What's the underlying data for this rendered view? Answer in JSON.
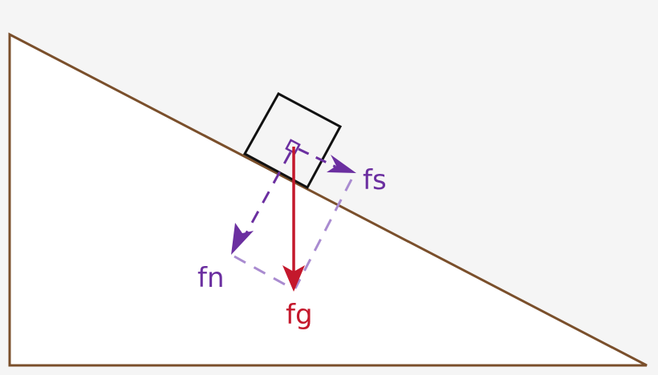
{
  "diagram": {
    "type": "inclined-plane-free-body",
    "colors": {
      "background": "#f5f5f5",
      "incline_fill": "#ffffff",
      "incline_stroke": "#7a4f2b",
      "block_stroke": "#111111",
      "force_purple": "#6b2fa0",
      "component_guide": "#a98bd0",
      "gravity_red": "#c4182c"
    },
    "labels": {
      "fs": "fs",
      "fn": "fn",
      "fg": "fg"
    }
  }
}
